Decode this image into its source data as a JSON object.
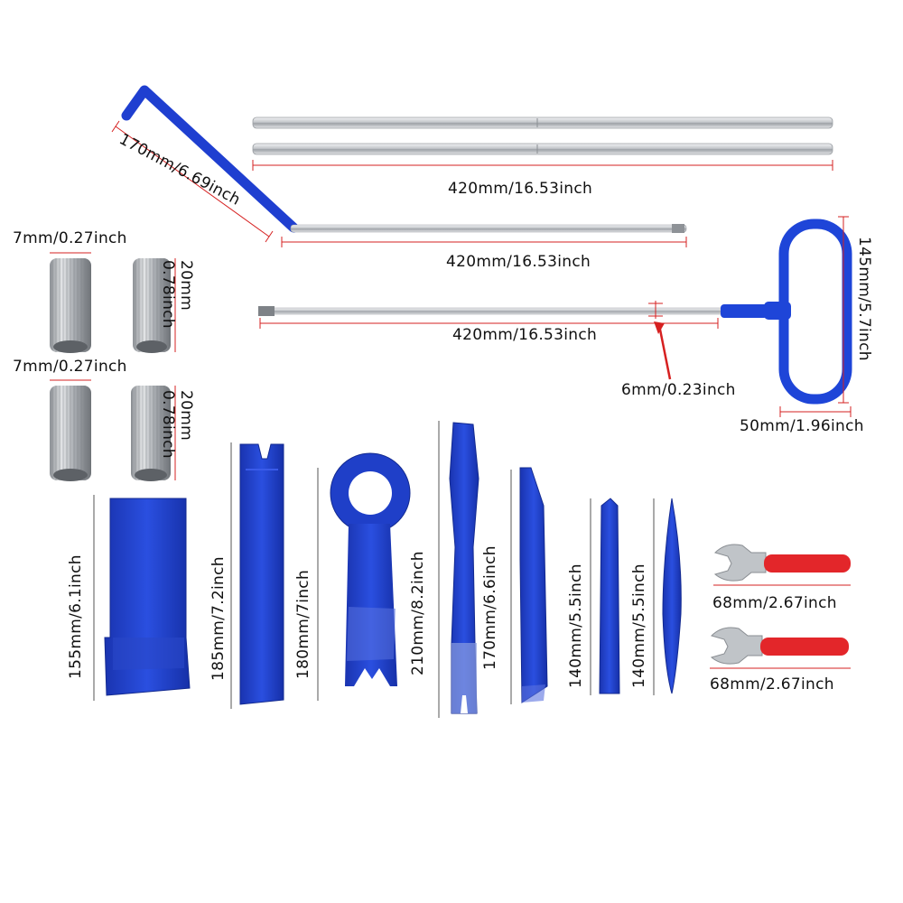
{
  "colors": {
    "tool_blue": "#1f3fc8",
    "handle_blue": "#1e45d8",
    "steel": "#c9ccd0",
    "wrench_red": "#e3262a",
    "dimension_red": "#d62020"
  },
  "labels": {
    "hook_170": "170mm/6.69inch",
    "rods_top": "420mm/16.53inch",
    "rod_hook": "420mm/16.53inch",
    "rod_t": "420mm/16.53inch",
    "tip_6mm": "6mm/0.23inch",
    "t_height": "145mm/5.7inch",
    "t_width": "50mm/1.96inch",
    "sleeve_w1": "7mm/0.27inch",
    "sleeve_h1": "20mm 0.78inch",
    "sleeve_w2": "7mm/0.27inch",
    "sleeve_h2": "20mm 0.78inch",
    "tool_155": "155mm/6.1inch",
    "tool_185": "185mm/7.2inch",
    "tool_180": "180mm/7inch",
    "tool_210": "210mm/8.2inch",
    "tool_170": "170mm/6.6inch",
    "tool_140a": "140mm/5.5inch",
    "tool_140b": "140mm/5.5inch",
    "wrench_1": "68mm/2.67inch",
    "wrench_2": "68mm/2.67inch"
  },
  "icons": {
    "sleeve": "knurled-sleeve-icon",
    "wrench": "open-end-wrench-icon",
    "t_handle": "t-handle-rod-icon"
  }
}
